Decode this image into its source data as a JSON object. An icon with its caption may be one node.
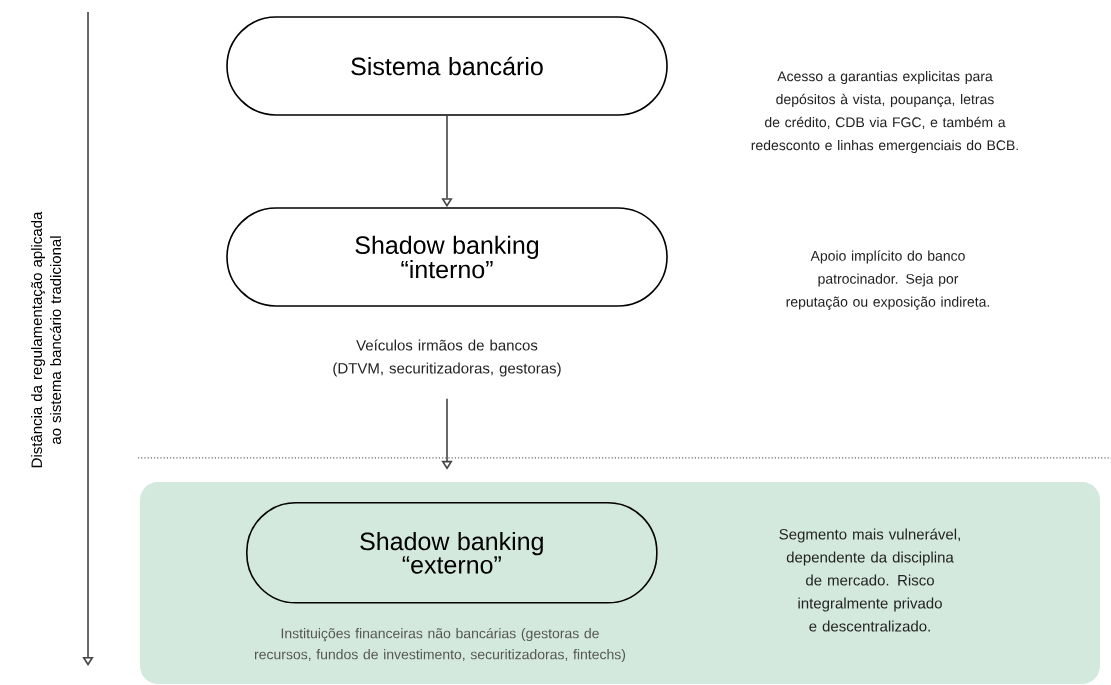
{
  "diagram": {
    "nodes": [
      {
        "text": [
          "Sistema bancário"
        ]
      },
      {
        "text": [
          "Shadow banking “interno”"
        ],
        "beside": [
          "Veículos irmãos de bancos (DTVM, securitizadoras, gestoras)"
        ]
      },
      {
        "text": [
          "Segmento mais vulnerável, dependente da disciplina de mercado. Risco integralmente privado e descentralizado."
        ]
      },
      {
        "text": [
          "Shadow banking “externo”"
        ],
        "in": 2,
        "beside": [
          "Instituições financeiras não bancárias (gestoras de recursos, fundos de investimento, securitizadoras, fintechs)"
        ]
      }
    ],
    "edges": [
      {
        "from": 0,
        "to": 1,
        "arrow": "to"
      },
      {
        "from": 1,
        "to": 2,
        "arrow": "to"
      }
    ],
    "labels": [
      "Distância da regulamentação aplicada ao sistema bancário tradicional",
      "Acesso a garantias explicitas para depósitos à vista, poupança, letras de crédito, CDB via FGC, e também a redesconto e linhas emergenciais do BCB.",
      "Apoio implícito do banco patrocinador. Seja por reputação ou exposição indireta."
    ]
  }
}
